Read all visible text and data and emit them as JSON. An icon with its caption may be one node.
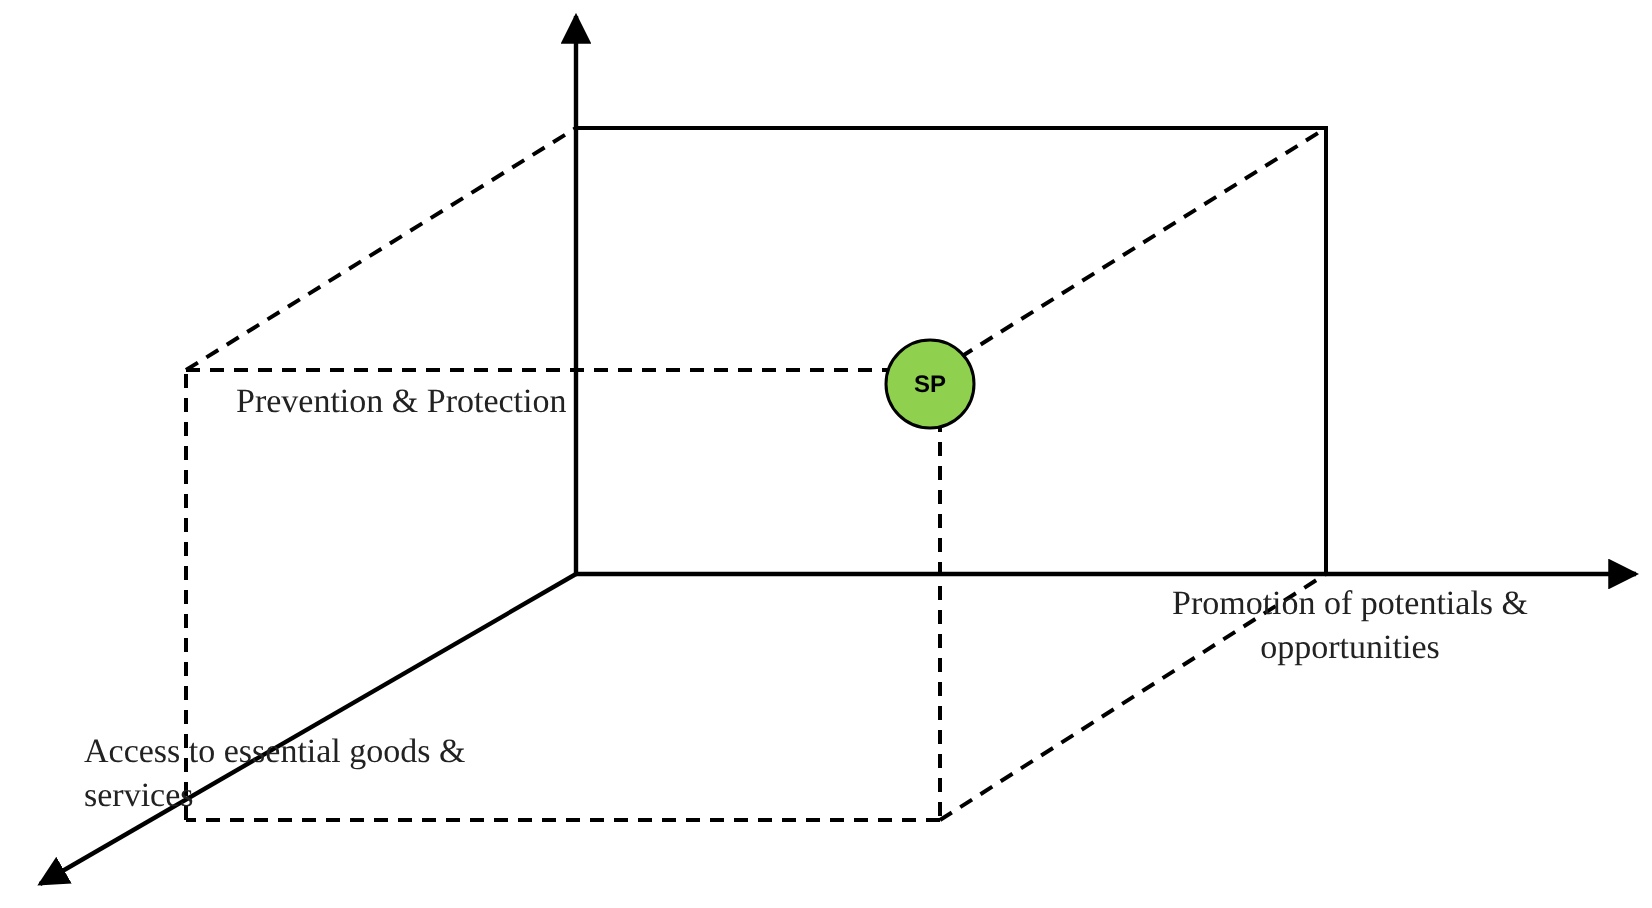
{
  "diagram": {
    "nodes": [
      {
        "text": [
          "SP"
        ]
      }
    ],
    "labels": [
      "Prevention & Protection",
      "Promotion of potentials & opportunities",
      "Access to essential goods & services"
    ]
  }
}
